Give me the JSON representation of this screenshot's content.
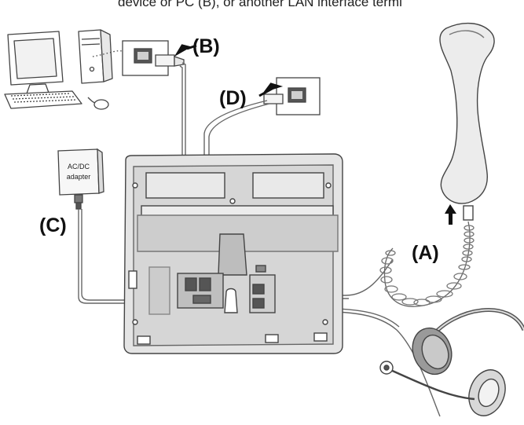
{
  "header_text": "device or PC (B), or another LAN interface termi",
  "callouts": {
    "a": "(A)",
    "b": "(B)",
    "c": "(C)",
    "d": "(D)"
  },
  "adapter": {
    "line1": "AC/DC",
    "line2": "adapter"
  }
}
